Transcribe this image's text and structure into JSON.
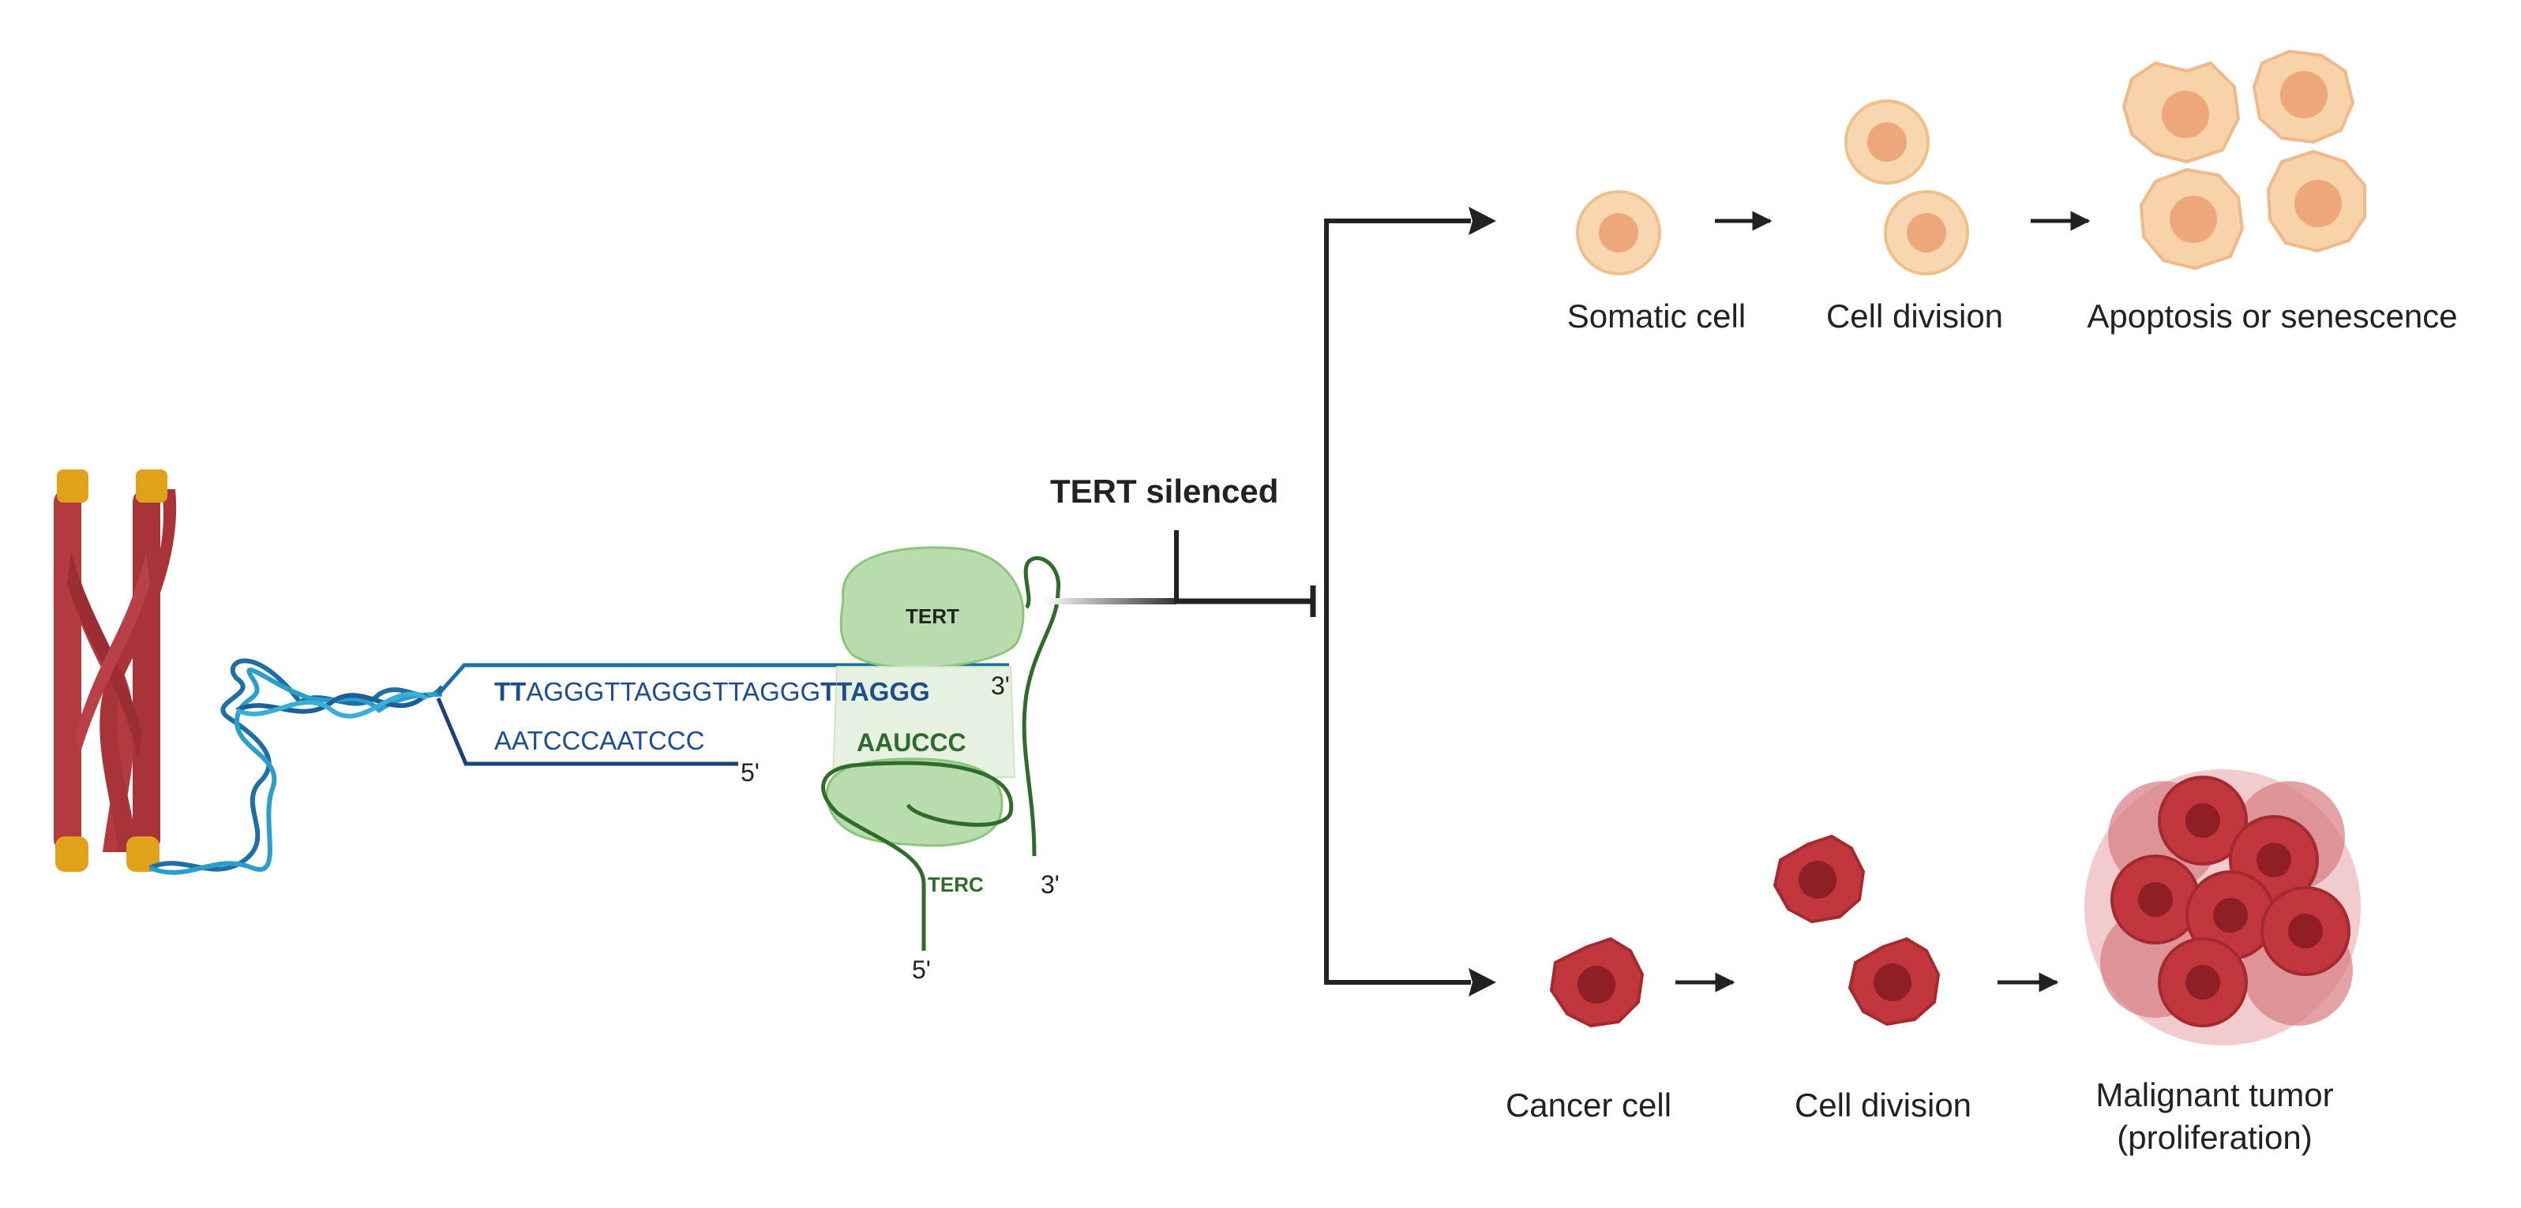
{
  "labels": {
    "tert_silenced": "TERT silenced",
    "tert": "TERT",
    "terc": "TERC",
    "seq_top_a": "TT",
    "seq_top_b": "AGGGTTAGGGTTAGGG",
    "seq_top_c": "TTAGGG",
    "seq_bottom": "AATCCCAATCCC",
    "rna_template": "AAUCCC",
    "end_3_dna": "3'",
    "end_5_dna": "5'",
    "end_3_rna": "3'",
    "end_5_rna": "5'"
  },
  "somatic_path": {
    "steps": [
      "Somatic cell",
      "Cell division",
      "Apoptosis or senescence"
    ]
  },
  "cancer_path": {
    "steps": [
      "Cancer cell",
      "Cell division",
      "Malignant tumor"
    ],
    "tumor_note": "(proliferation)"
  },
  "colors": {
    "chromosome": "#b33a3e",
    "telomere_cap": "#e0a21a",
    "dna_helix": "#1f6fa5",
    "dna_strand": "#1d3f7a",
    "tert_fill": "#b9dcae",
    "terc_green": "#2f6b2a",
    "somatic_cell": "#f5cfa2",
    "cancer_cell": "#c1373d",
    "arrow": "#222222"
  }
}
